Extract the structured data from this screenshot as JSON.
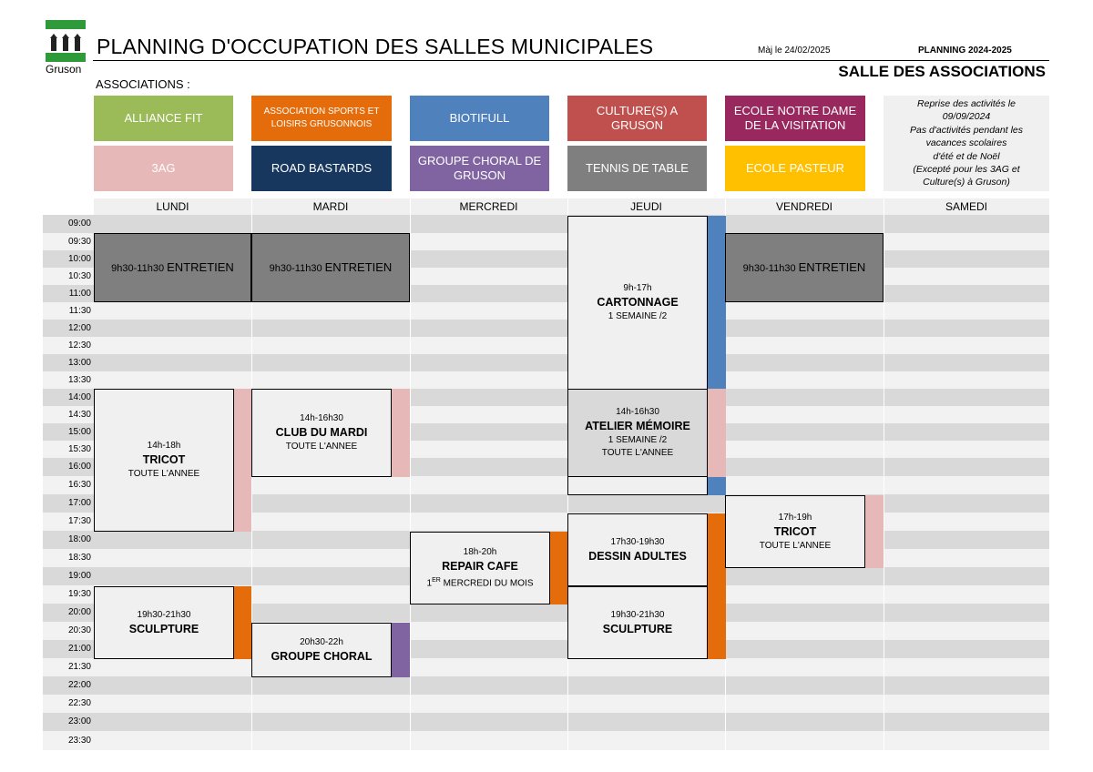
{
  "header": {
    "logo_name": "Gruson",
    "title": "PLANNING D'OCCUPATION DES SALLES MUNICIPALES",
    "updated": "Màj le 24/02/2025",
    "planning": "PLANNING 2024-2025",
    "salle": "SALLE DES ASSOCIATIONS",
    "associations_label": "ASSOCIATIONS :"
  },
  "colors": {
    "alliance_fit": "#9bbb59",
    "sports_loisirs": "#e46c0a",
    "biotifull": "#4f81bd",
    "culture": "#c0504d",
    "notre_dame": "#99285e",
    "trois_ag": "#e6b9b8",
    "road_bastards": "#17375e",
    "choral": "#8064a2",
    "tennis": "#7f7f7f",
    "pasteur": "#ffc000",
    "row_light": "#f2f2f2",
    "row_dark": "#d9d9d9"
  },
  "associations": [
    {
      "label": "ALLIANCE FIT"
    },
    {
      "label": "ASSOCIATION SPORTS ET LOISIRS GRUSONNOIS"
    },
    {
      "label": "BIOTIFULL"
    },
    {
      "label": "CULTURE(S) A GRUSON"
    },
    {
      "label": "ECOLE NOTRE DAME DE LA VISITATION"
    },
    {
      "label": "3AG"
    },
    {
      "label": "ROAD BASTARDS"
    },
    {
      "label": "GROUPE CHORAL DE GRUSON"
    },
    {
      "label": "TENNIS DE TABLE"
    },
    {
      "label": "ECOLE PASTEUR"
    }
  ],
  "note": {
    "lines": [
      "Reprise des activités le",
      "09/09/2024",
      "Pas d'activités pendant les",
      "vacances scolaires",
      "d'été et de Noël",
      "(Excepté pour les 3AG et",
      "Culture(s) à Gruson)"
    ]
  },
  "days": [
    "LUNDI",
    "MARDI",
    "MERCREDI",
    "JEUDI",
    "VENDREDI",
    "SAMEDI"
  ],
  "times": [
    "09:00",
    "09:30",
    "10:00",
    "10:30",
    "11:00",
    "11:30",
    "12:00",
    "12:30",
    "13:00",
    "13:30",
    "14:00",
    "14:30",
    "15:00",
    "15:30",
    "16:00",
    "16:30",
    "17:00",
    "17:30",
    "18:00",
    "18:30",
    "19:00",
    "19:30",
    "20:00",
    "20:30",
    "21:00",
    "21:30",
    "22:00",
    "22:30",
    "23:00",
    "23:30"
  ],
  "events": {
    "lun_entretien": {
      "time": "9h30-11h30",
      "name": "ENTRETIEN"
    },
    "mar_entretien": {
      "time": "9h30-11h30",
      "name": "ENTRETIEN"
    },
    "ven_entretien": {
      "time": "9h30-11h30",
      "name": "ENTRETIEN"
    },
    "cartonnage": {
      "time": "9h-17h",
      "name": "CARTONNAGE",
      "detail": "1 SEMAINE /2"
    },
    "lun_tricot": {
      "time": "14h-18h",
      "name": "TRICOT",
      "detail": "TOUTE L'ANNEE"
    },
    "club_mardi": {
      "time": "14h-16h30",
      "name": "CLUB DU MARDI",
      "detail": "TOUTE L'ANNEE"
    },
    "atelier_memoire": {
      "time": "14h-16h30",
      "name": "ATELIER MÉMOIRE",
      "detail1": "1 SEMAINE /2",
      "detail2": "TOUTE L'ANNEE"
    },
    "ven_tricot": {
      "time": "17h-19h",
      "name": "TRICOT",
      "detail": "TOUTE L'ANNEE"
    },
    "repair_cafe": {
      "time": "18h-20h",
      "name": "REPAIR CAFE",
      "detail_num": "1",
      "detail_sup": "ER",
      "detail_rest": " MERCREDI DU MOIS"
    },
    "dessin": {
      "time": "17h30-19h30",
      "name": "DESSIN ADULTES"
    },
    "lun_sculpture": {
      "time": "19h30-21h30",
      "name": "SCULPTURE"
    },
    "jeu_sculpture": {
      "time": "19h30-21h30",
      "name": "SCULPTURE"
    },
    "groupe_choral": {
      "time": "20h30-22h",
      "name": "GROUPE CHORAL"
    }
  }
}
